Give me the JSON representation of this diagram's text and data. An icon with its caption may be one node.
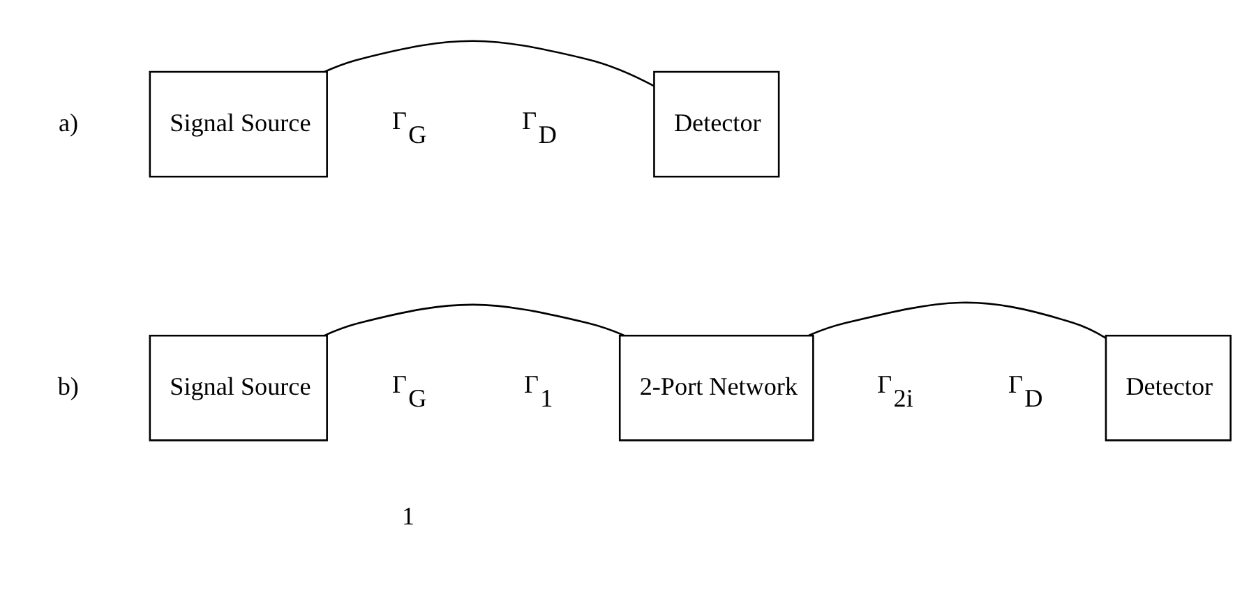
{
  "diagram": {
    "nodes": [
      {
        "text": [
          "Signal Source"
        ]
      },
      {
        "text": [
          "Detector"
        ]
      },
      {
        "text": [
          "Signal Source"
        ]
      },
      {
        "text": [
          "2-Port Network"
        ]
      },
      {
        "text": [
          "Detector"
        ]
      }
    ],
    "edges": [
      {
        "from": 0,
        "to": 1,
        "arrow": "none"
      },
      {
        "from": 2,
        "to": 3,
        "arrow": "none"
      },
      {
        "from": 3,
        "to": 4,
        "arrow": "none"
      }
    ],
    "labels": [
      "a)",
      "Γ$_{G}$",
      "Γ$_{D}$",
      "b)",
      "Γ$_{G}$",
      "Γ$_{1}$",
      "Γ$_{2i}$",
      "Γ$_{D}$",
      "1"
    ]
  }
}
